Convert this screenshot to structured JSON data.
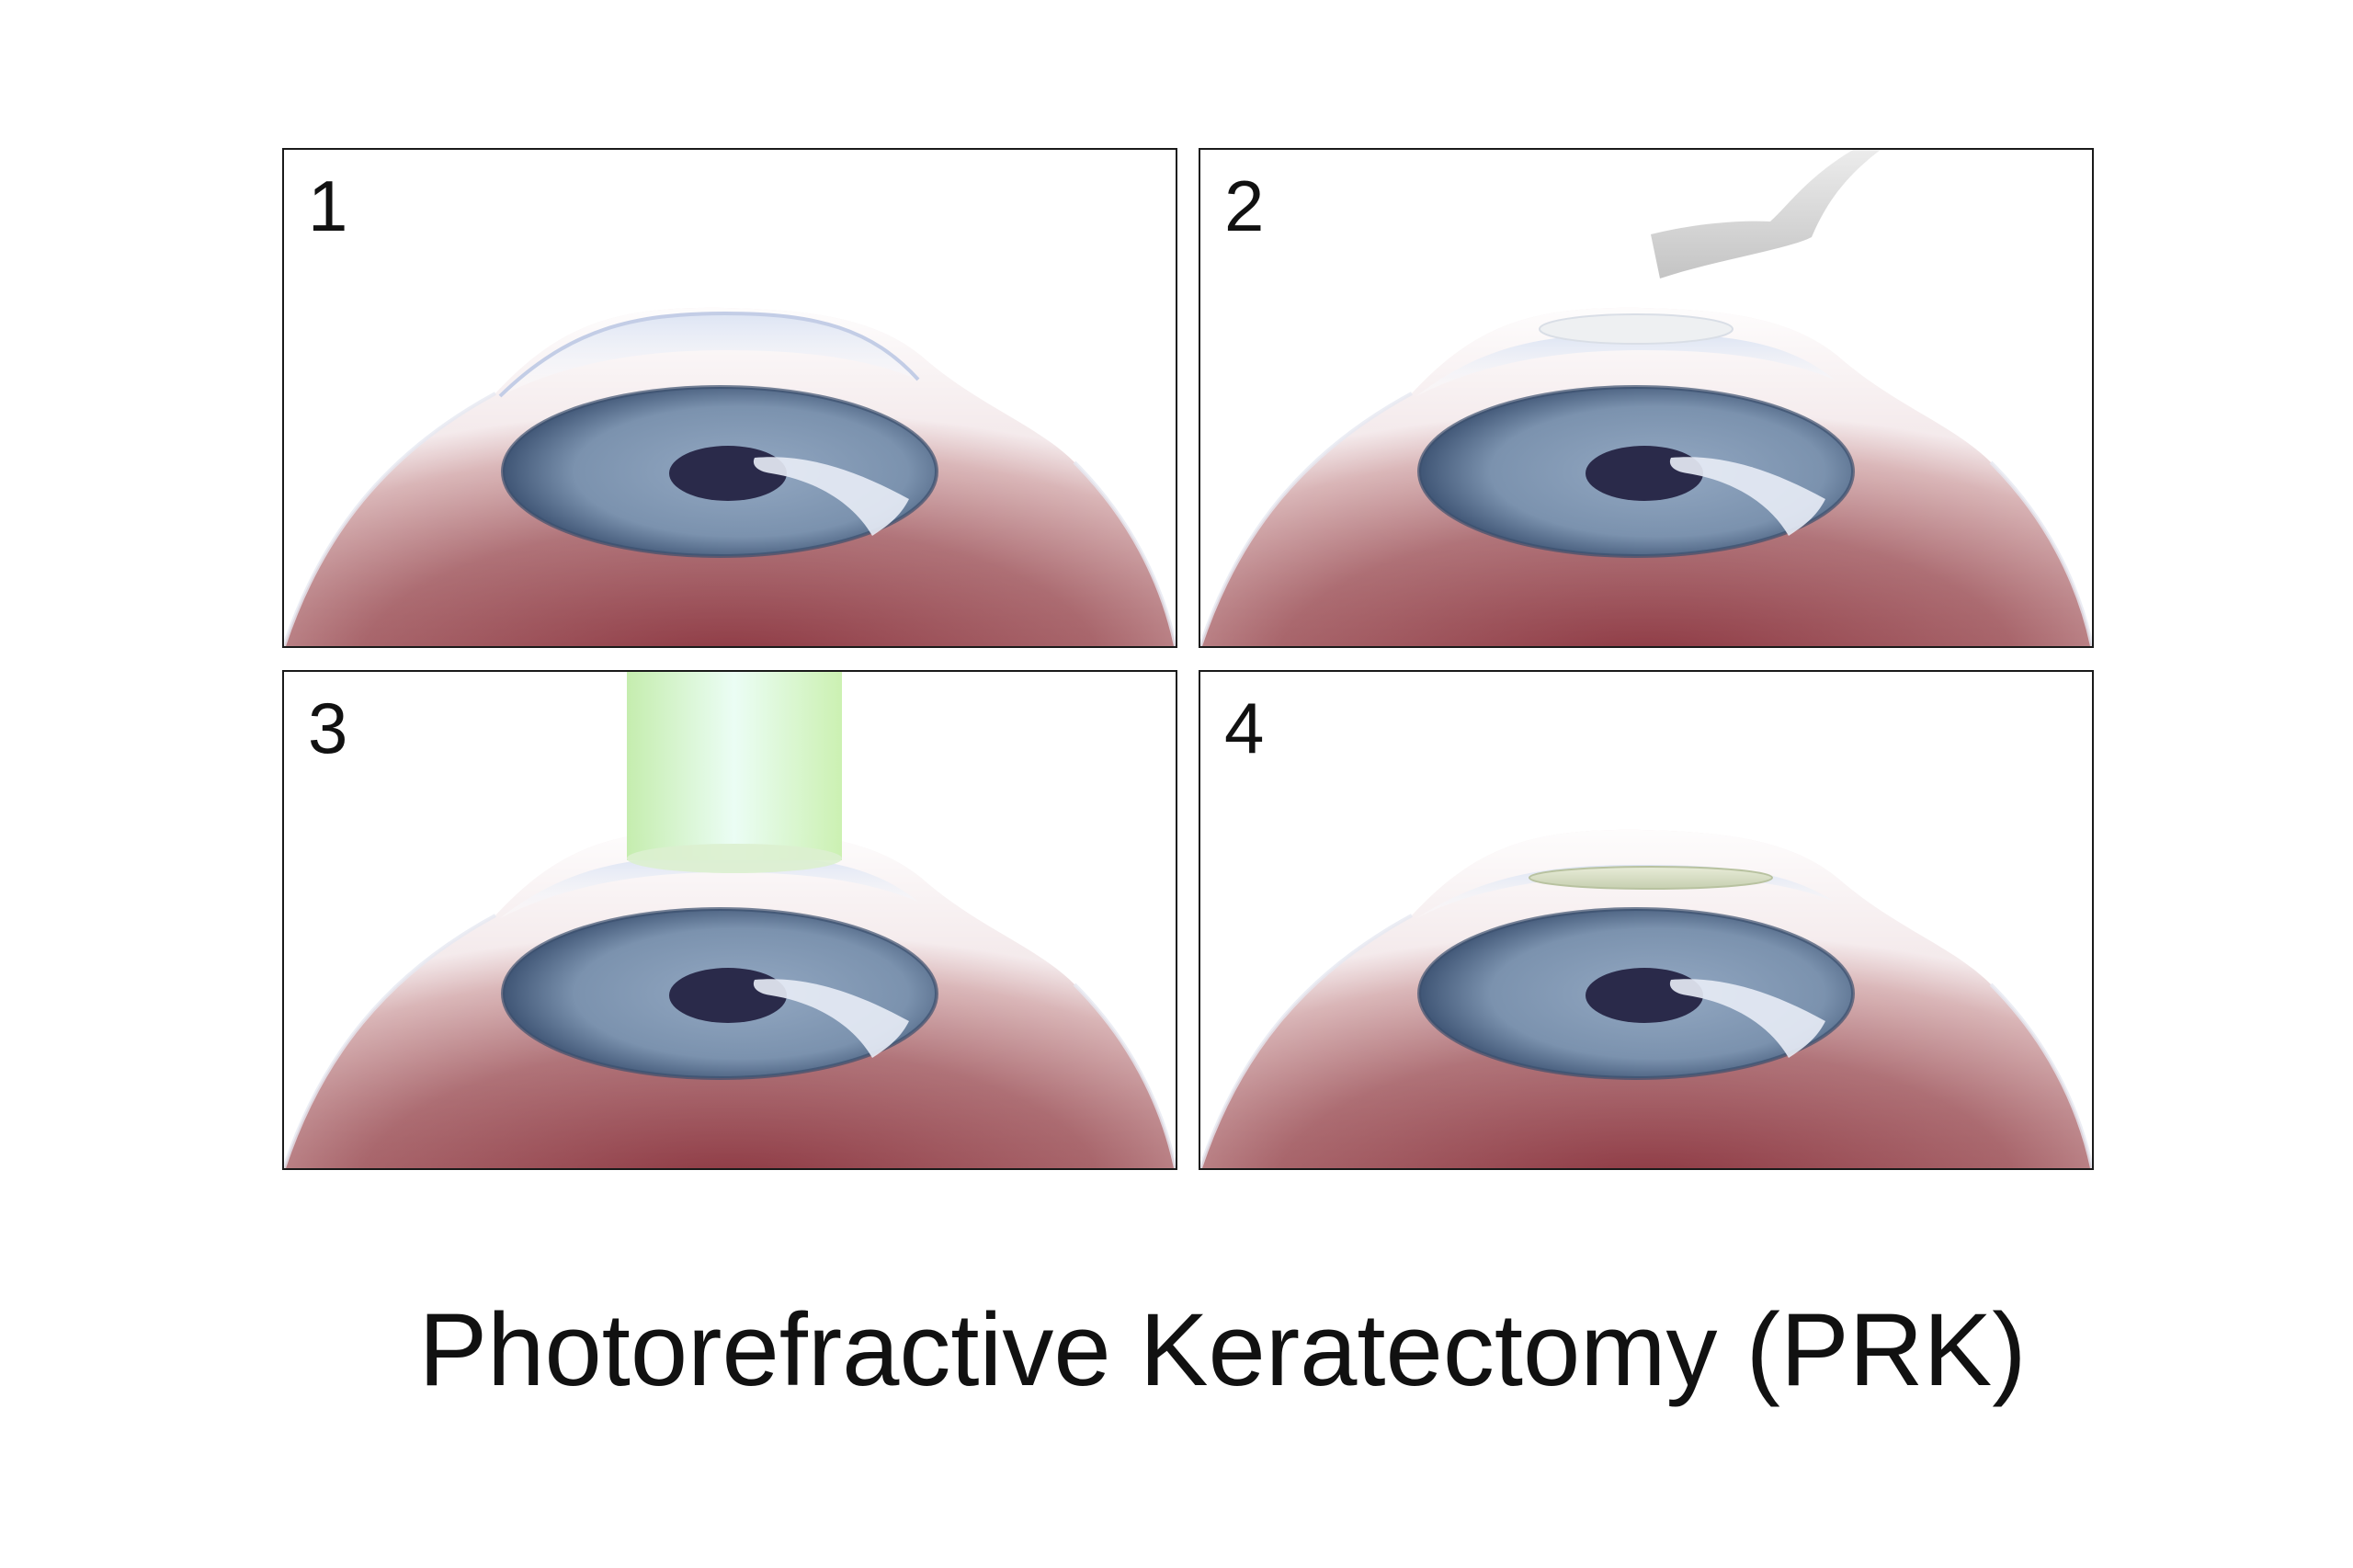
{
  "title": "Photorefractive Keratectomy (PRK)",
  "panels": [
    {
      "number": "1"
    },
    {
      "number": "2"
    },
    {
      "number": "3"
    },
    {
      "number": "4"
    }
  ],
  "colors": {
    "sclera_deep": "#8e3a44",
    "sclera_light": "#c98f92",
    "iris": "#7f96b2",
    "iris_edge": "#3c506e",
    "pupil": "#2a2a4a",
    "cornea": "#dfe6f2",
    "laser": "#c8f0b0",
    "instrument": "#d8d8d8",
    "border": "#1a1a1a"
  }
}
